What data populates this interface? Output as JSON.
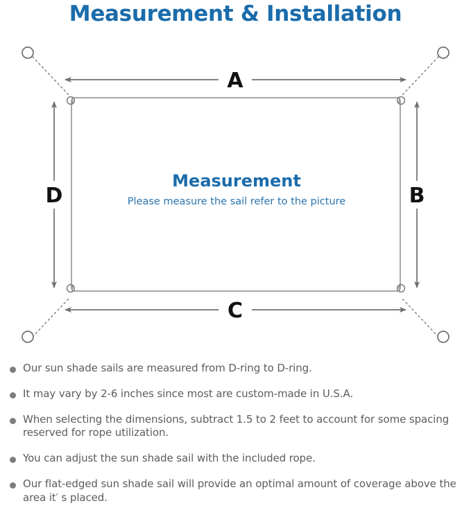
{
  "header": {
    "title": "Measurement & Installation",
    "title_color": "#1b6cab"
  },
  "diagram": {
    "name": "sun-shade-sail-measurement-diagram",
    "center": {
      "heading": "Measurement",
      "subheading": "Please measure the sail refer to the picture"
    },
    "dimension_labels": {
      "top": "A",
      "right": "B",
      "bottom": "C",
      "left": "D"
    },
    "colors": {
      "sail_outline": "#8a8a8a",
      "arrow": "#6e6e6e",
      "rope": "#8a8a8a",
      "dring": "#7a7a7a",
      "anchor": "#6e6e6e",
      "accent_blue": "#1b6cab",
      "sub_blue": "#2a74ac"
    },
    "parts": {
      "sail_panel": "sail-panel",
      "d_ring": "d-ring",
      "anchor_point": "anchor-point",
      "rope": "rope-dotted-line",
      "dimension_arrow": "dimension-arrow"
    }
  },
  "notes": {
    "bullet_color": "#7d7d7d",
    "text_color": "#5c5c5c",
    "items": [
      "Our sun shade sails are measured from D-ring to D-ring.",
      "It may vary by 2-6 inches since most are custom-made in U.S.A.",
      "When selecting the dimensions, subtract 1.5 to 2 feet to account for some spacing reserved for rope utilization.",
      "You can adjust the sun shade sail with the included rope.",
      "Our flat-edged sun shade sail will provide an optimal amount of coverage above the area it′ s placed."
    ]
  }
}
